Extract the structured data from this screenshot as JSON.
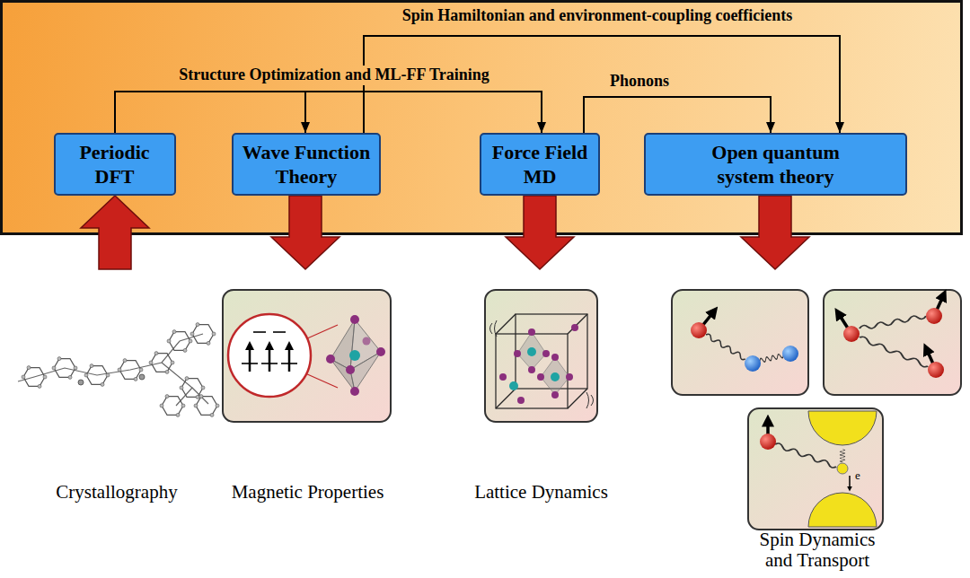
{
  "diagram": {
    "nodes": [
      {
        "text": [
          "Periodic DFT"
        ]
      },
      {
        "text": [
          "Wave Function Theory"
        ]
      },
      {
        "text": [
          "Force Field MD"
        ]
      },
      {
        "text": [
          "Open quantum system theory"
        ]
      },
      {
        "text": [
          "Crystallography"
        ]
      },
      {
        "text": [
          "Magnetic Properties"
        ]
      },
      {
        "text": [
          "Lattice Dynamics"
        ]
      },
      {
        "text": [
          "Spin Dynamics and Transport"
        ]
      }
    ],
    "edges": [
      {
        "from": 0,
        "to": 1,
        "arrow": "to",
        "label": "Structure Optimization and ML-FF Training"
      },
      {
        "from": 0,
        "to": 2,
        "arrow": "to"
      },
      {
        "from": 2,
        "to": 3,
        "arrow": "to",
        "label": "Phonons"
      },
      {
        "from": 1,
        "to": 3,
        "arrow": "to",
        "label": "Spin Hamiltonian and environment-coupling coefficients"
      },
      {
        "from": 4,
        "to": 0,
        "arrow": "to"
      },
      {
        "from": 1,
        "to": 5,
        "arrow": "to"
      },
      {
        "from": 2,
        "to": 6,
        "arrow": "to"
      },
      {
        "from": 3,
        "to": 7,
        "arrow": "to"
      }
    ],
    "labels": [
      "e"
    ]
  }
}
